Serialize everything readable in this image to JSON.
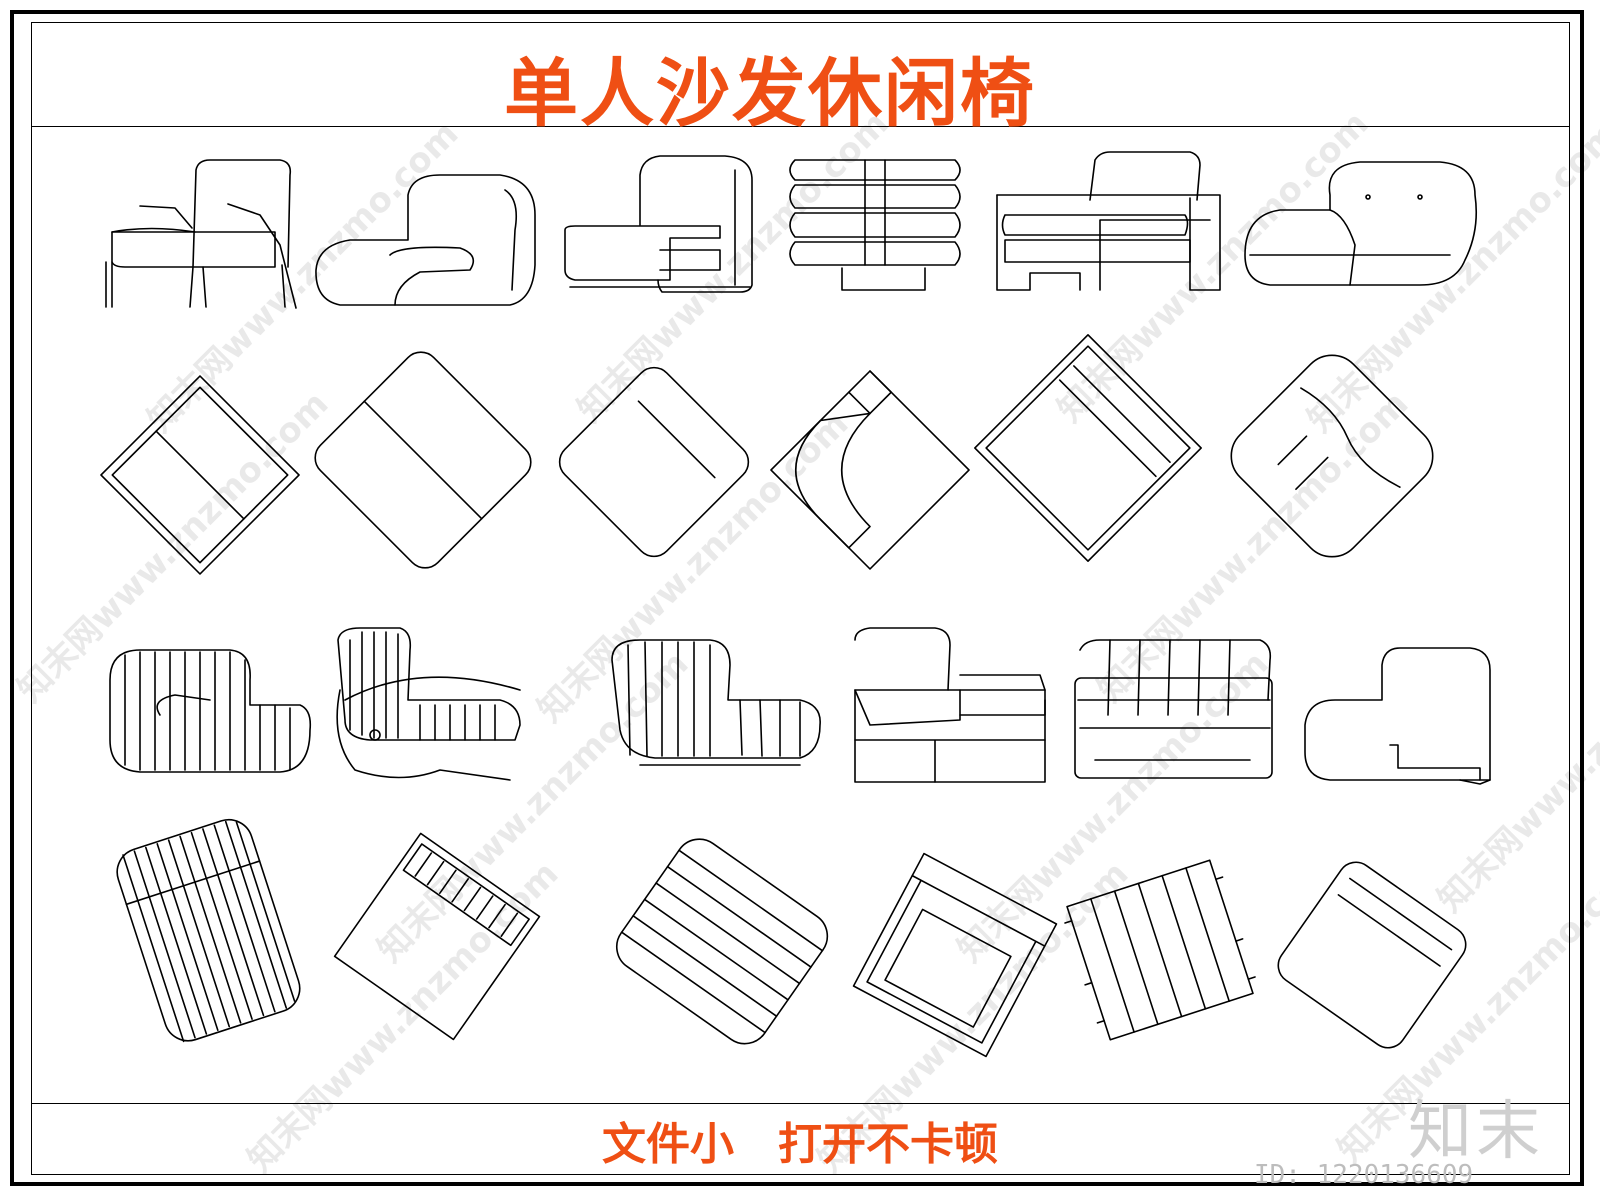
{
  "title": "单人沙发休闲椅",
  "footer": {
    "left": "文件小",
    "right": "打开不卡顿"
  },
  "brand": "知末",
  "id_label": "ID: 1220136609",
  "watermark": "知末网www.znzmo.com",
  "colors": {
    "accent": "#ef4f14",
    "line": "#000000",
    "watermark": "#e9e9e9"
  },
  "catalog": {
    "rows": 4,
    "columns": 6,
    "views": [
      "side elevation",
      "top plan",
      "side elevation",
      "top plan"
    ]
  }
}
